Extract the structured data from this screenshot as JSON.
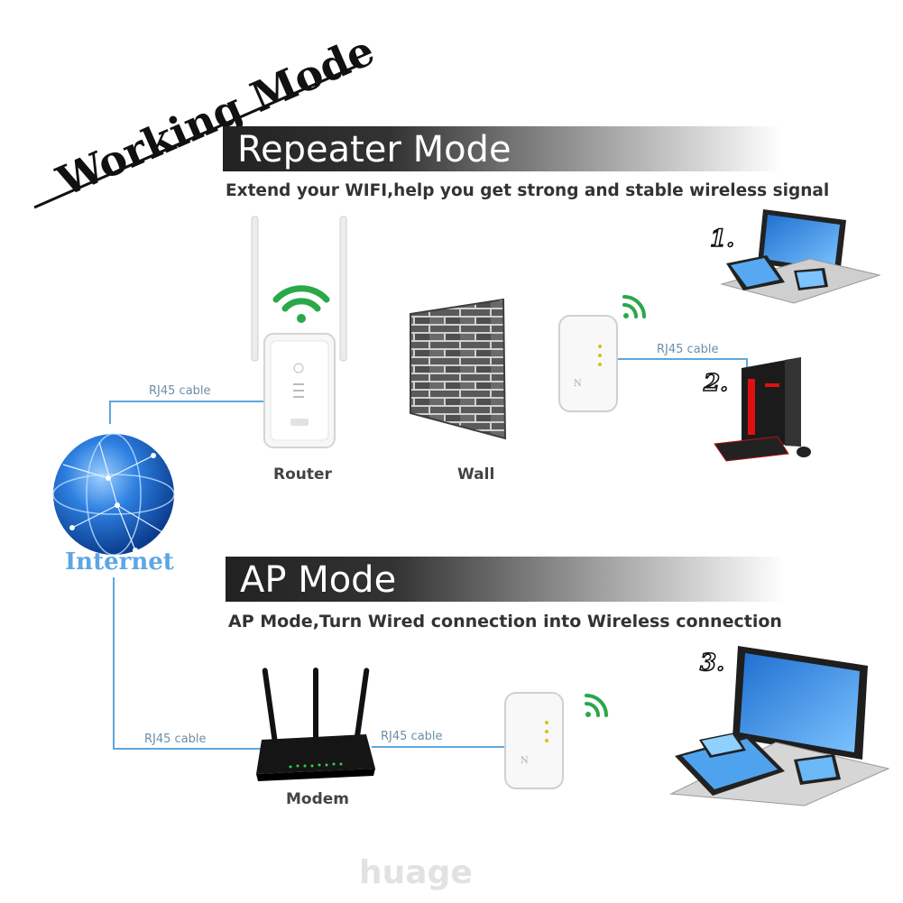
{
  "header": {
    "working_mode": "Working Mode"
  },
  "repeater": {
    "title": "Repeater Mode",
    "subtitle": "Extend your WIFI,help you get strong and stable wireless signal",
    "router_label": "Router",
    "wall_label": "Wall",
    "cable_router": "RJ45 cable",
    "cable_pc": "RJ45 cable"
  },
  "ap": {
    "title": "AP Mode",
    "subtitle": "AP Mode,Turn Wired connection into Wireless connection",
    "modem_label": "Modem",
    "cable_modem": "RJ45 cable",
    "cable_extender": "RJ45 cable"
  },
  "internet_label": "Internet",
  "numbers": [
    "1.",
    "2.",
    "3."
  ],
  "watermark": "huage",
  "colors": {
    "wifi_green": "#2aa84a",
    "cable_blue": "#5da7dd",
    "globe_blue": "#1f63c9",
    "internet_text": "#5ea6e4"
  }
}
